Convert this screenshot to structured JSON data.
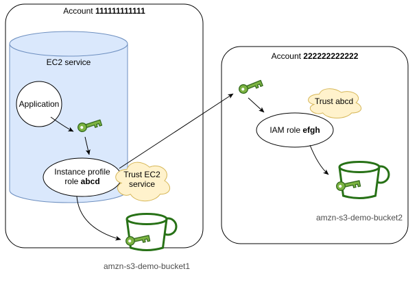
{
  "diagram": {
    "account1": {
      "title_prefix": "Account ",
      "title_number": "111111111111",
      "ec2_label": "EC2 service",
      "application_label": "Application",
      "role_line1": "Instance profile",
      "role_line2_prefix": "role ",
      "role_line2_bold": "abcd",
      "cloud_line1": "Trust EC2",
      "cloud_line2": "service",
      "bucket_label": "amzn-s3-demo-bucket1"
    },
    "account2": {
      "title_prefix": "Account ",
      "title_number": "222222222222",
      "cloud_label": "Trust abcd",
      "role_prefix": "IAM role ",
      "role_bold": "efgh",
      "bucket_label": "amzn-s3-demo-bucket2"
    },
    "colors": {
      "cylinder_fill": "#dae8fc",
      "cylinder_stroke": "#6c8ebf",
      "cloud_fill": "#fff2cc",
      "cloud_stroke": "#d6b656",
      "key_fill": "#7cb342",
      "key_stroke": "#33691e",
      "bucket_stroke": "#277116",
      "edge_color": "#000000"
    }
  }
}
